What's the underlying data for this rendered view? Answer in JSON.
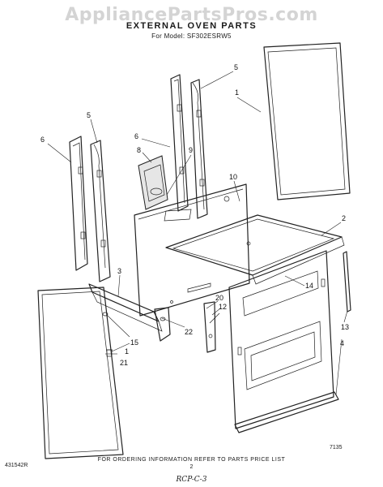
{
  "header": {
    "watermark": "AppliancePartsPros.com",
    "title": "EXTERNAL OVEN PARTS",
    "model": "For Model: SF302ESRW5"
  },
  "callouts": [
    "1",
    "2",
    "3",
    "4",
    "5",
    "5",
    "6",
    "6",
    "8",
    "9",
    "10",
    "12",
    "13",
    "14",
    "15",
    "20",
    "21",
    "22",
    "1"
  ],
  "footer": {
    "figure_code": "7135",
    "note": "FOR ORDERING INFORMATION REFER TO PARTS PRICE LIST",
    "doc_code": "431542R",
    "page": "2",
    "handwritten": "RCP-C-3"
  }
}
